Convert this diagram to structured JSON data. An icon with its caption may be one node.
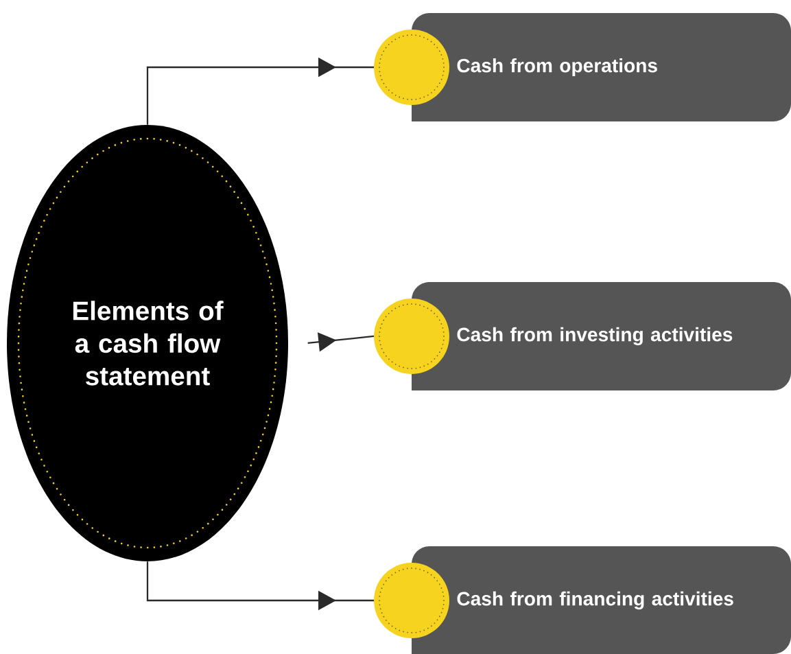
{
  "diagram": {
    "nodes": [
      {
        "text": [
          "Elements of a cash flow statement"
        ]
      },
      {
        "text": [
          "Cash from operations"
        ]
      },
      {
        "text": [
          "Cash from investing activities"
        ]
      },
      {
        "text": [
          "Cash from financing activities"
        ]
      }
    ],
    "edges": [
      {
        "from": 0,
        "to": 1,
        "arrow": "to"
      },
      {
        "from": 0,
        "to": 2,
        "arrow": "to"
      },
      {
        "from": 0,
        "to": 3,
        "arrow": "to"
      }
    ]
  }
}
